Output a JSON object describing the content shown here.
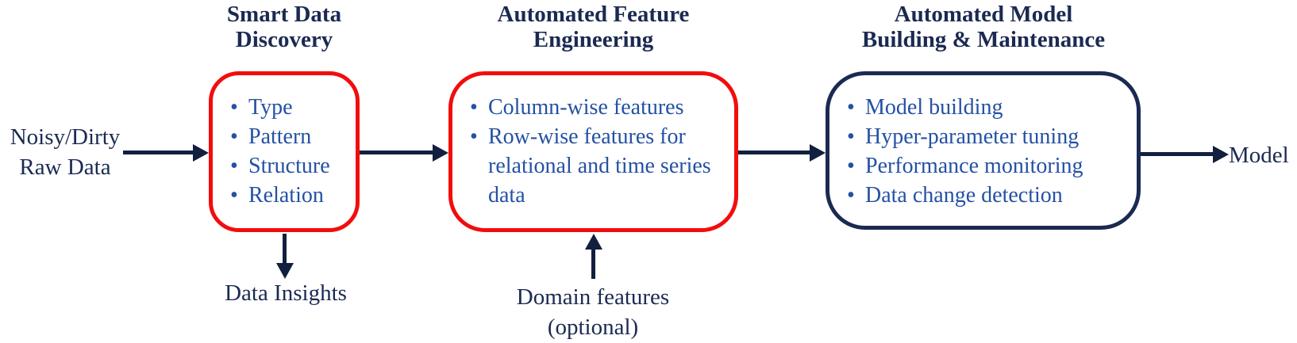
{
  "diagram": {
    "input_label": "Noisy/Dirty\nRaw Data",
    "output_label": "Model",
    "stages": [
      {
        "title": "Smart Data\nDiscovery",
        "border_color": "#f20d0d",
        "items": [
          "Type",
          "Pattern",
          "Structure",
          "Relation"
        ]
      },
      {
        "title": "Automated Feature\nEngineering",
        "border_color": "#f20d0d",
        "items": [
          "Column-wise features",
          "Row-wise features for relational and time series data"
        ]
      },
      {
        "title": "Automated Model\nBuilding & Maintenance",
        "border_color": "#1b2a52",
        "items": [
          "Model building",
          "Hyper-parameter tuning",
          "Performance monitoring",
          "Data change detection"
        ]
      }
    ],
    "side_outputs": {
      "data_insights_label": "Data Insights",
      "domain_features_label": "Domain features\n(optional)"
    },
    "colors": {
      "title_navy": "#1b2a52",
      "arrow_navy": "#121f3e",
      "item_blue": "#2451a3",
      "box_red": "#f20d0d",
      "background": "#ffffff"
    }
  }
}
